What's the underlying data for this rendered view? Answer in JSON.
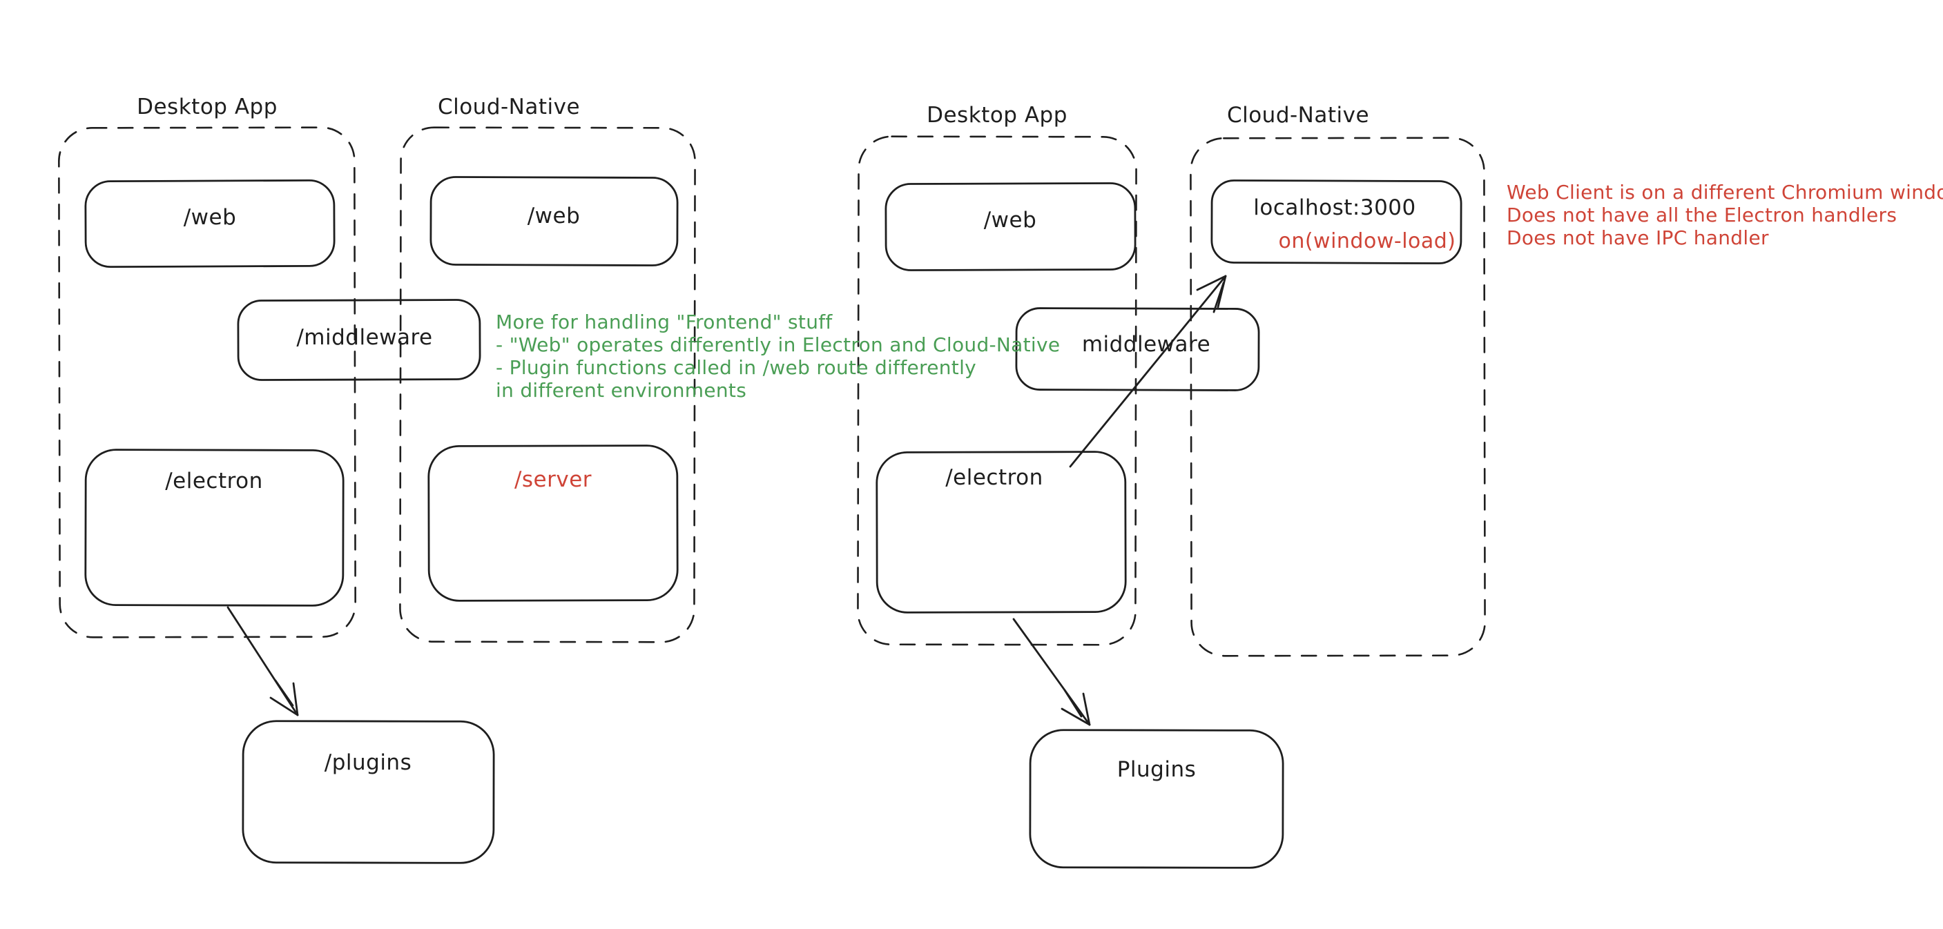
{
  "colors": {
    "stroke": "#1e1e1e",
    "annotation_red": "#cf4437",
    "annotation_green": "#4a9e55",
    "background": "#ffffff"
  },
  "left_diagram": {
    "desktop_app": {
      "label": "Desktop App",
      "web_box": "/web",
      "electron_box": "/electron"
    },
    "cloud_native": {
      "label": "Cloud-Native",
      "web_box": "/web",
      "server_box": "/server"
    },
    "middleware_box": "/middleware",
    "plugins_box": "/plugins",
    "green_note": {
      "line1": "More for handling \"Frontend\" stuff",
      "line2": "- \"Web\" operates differently in Electron and Cloud-Native",
      "line3": "- Plugin functions called in /web route differently",
      "line4": "in different environments"
    }
  },
  "right_diagram": {
    "desktop_app": {
      "label": "Desktop App",
      "web_box": "/web",
      "electron_box": "/electron"
    },
    "cloud_native": {
      "label": "Cloud-Native",
      "localhost_box": "localhost:3000",
      "on_window_load": "on(window-load)"
    },
    "middleware_box": "middleware",
    "plugins_box": "Plugins",
    "red_note": {
      "line1": "Web Client is on a different Chromium window",
      "line2": "Does not have all the Electron handlers",
      "line3": "Does not have IPC handler"
    }
  }
}
